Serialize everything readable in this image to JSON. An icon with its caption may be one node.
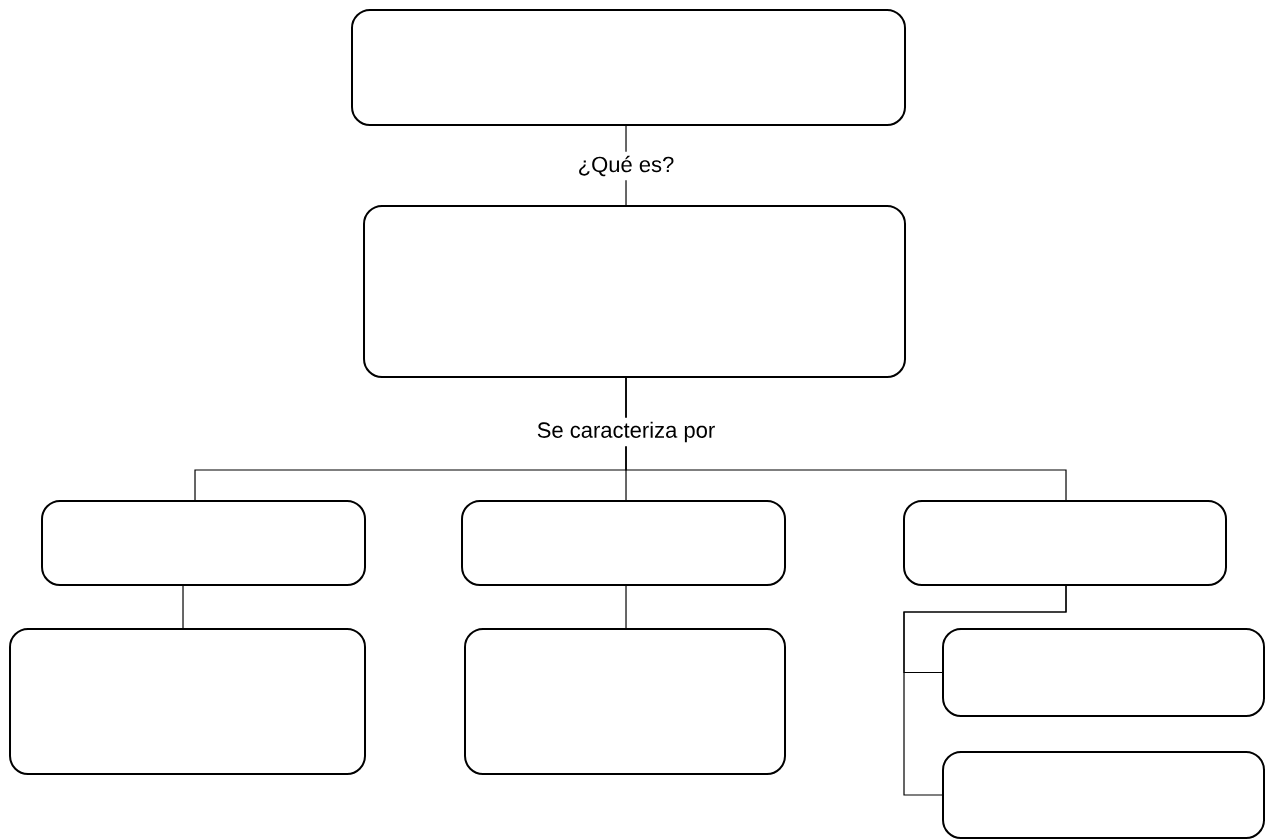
{
  "diagram": {
    "nodes": [
      {
        "text": [],
        "shape": "box"
      },
      {
        "text": [],
        "shape": "box"
      },
      {
        "text": [],
        "shape": "box"
      },
      {
        "text": [],
        "shape": "box"
      },
      {
        "text": [],
        "shape": "box"
      },
      {
        "text": [],
        "shape": "box"
      },
      {
        "text": [],
        "shape": "box"
      },
      {
        "text": [],
        "shape": "box"
      },
      {
        "text": [],
        "shape": "box"
      }
    ],
    "edges": [
      {
        "from": 0,
        "to": 1,
        "arrow": "none",
        "label": "¿Qué es?"
      },
      {
        "from": 1,
        "to": 2,
        "arrow": "none"
      },
      {
        "from": 1,
        "to": 3,
        "arrow": "none",
        "label": "Se caracteriza por"
      },
      {
        "from": 1,
        "to": 4,
        "arrow": "none"
      },
      {
        "from": 2,
        "to": 5,
        "arrow": "none"
      },
      {
        "from": 3,
        "to": 6,
        "arrow": "none"
      },
      {
        "from": 4,
        "to": 7,
        "arrow": "none"
      },
      {
        "from": 4,
        "to": 8,
        "arrow": "none"
      }
    ]
  }
}
